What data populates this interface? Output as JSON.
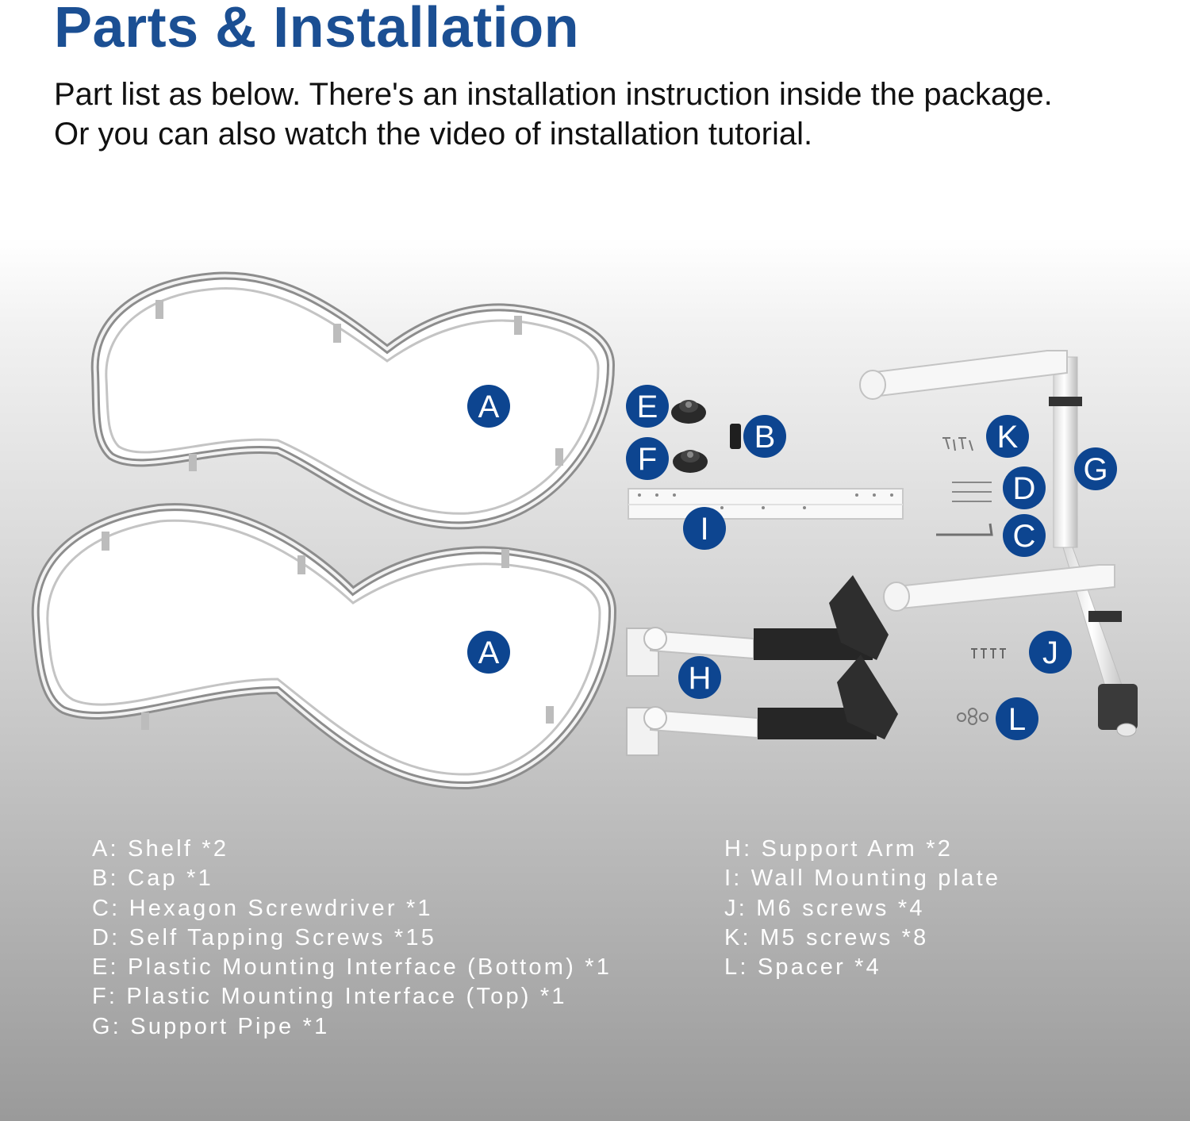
{
  "header": {
    "title": "Parts & Installation",
    "intro_lines": [
      "Part list as below. There's an installation instruction inside the package.",
      "Or you can also watch the video of installation tutorial."
    ]
  },
  "badges": {
    "shelf_top": "A",
    "shelf_bottom": "A",
    "e": "E",
    "b": "B",
    "f": "F",
    "i": "I",
    "k": "K",
    "d": "D",
    "c": "C",
    "g": "G",
    "h": "H",
    "j": "J",
    "l": "L"
  },
  "parts_left": [
    "A: Shelf *2",
    "B: Cap *1",
    "C: Hexagon Screwdriver *1",
    "D: Self Tapping Screws *15",
    "E: Plastic Mounting Interface (Bottom) *1",
    "F: Plastic Mounting Interface (Top) *1",
    "G: Support Pipe *1"
  ],
  "parts_right": [
    "H: Support Arm *2",
    "I: Wall Mounting plate",
    "J: M6 screws *4",
    "K: M5 screws *8",
    "L: Spacer *4"
  ],
  "colors": {
    "title": "#1b4f93",
    "badge": "#0d4590",
    "list_text": "#ffffff"
  }
}
